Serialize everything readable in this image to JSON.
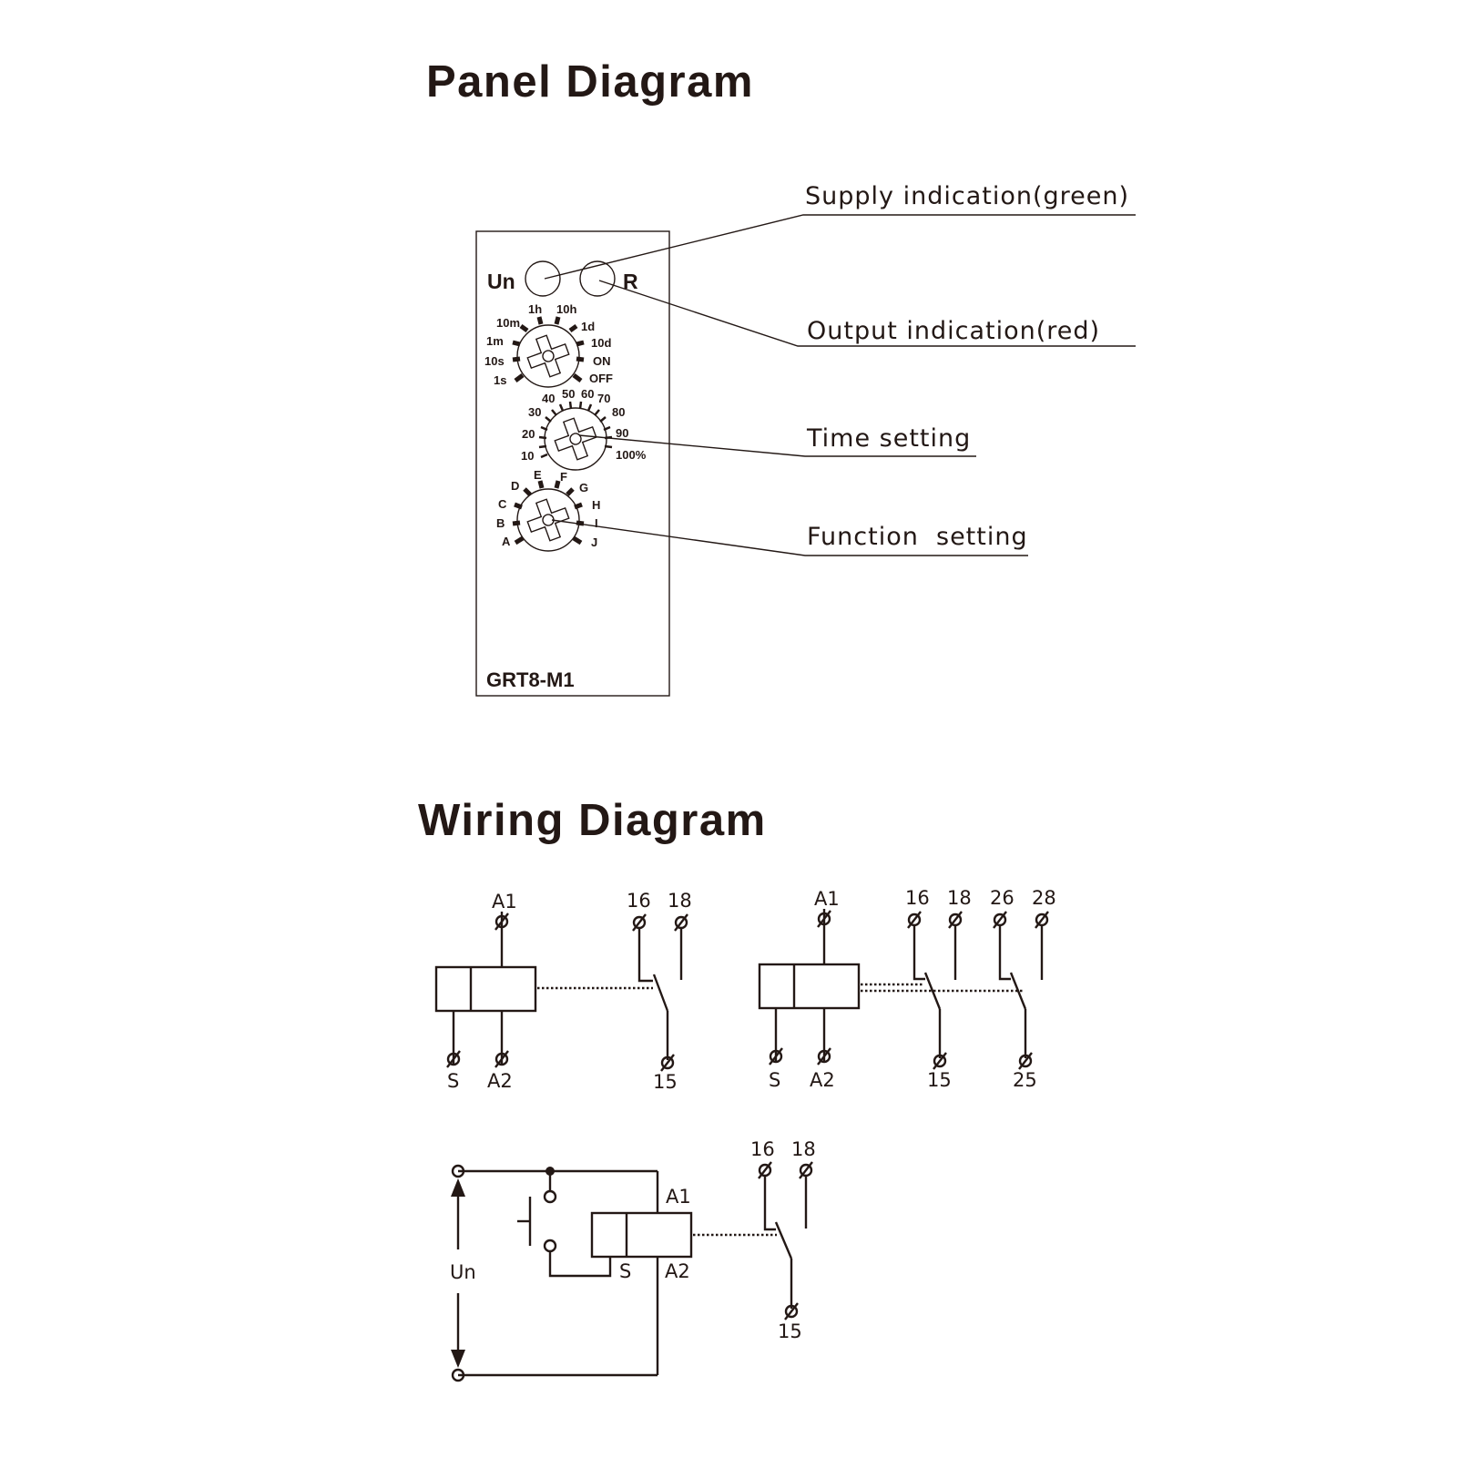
{
  "panel_diagram": {
    "title": "Panel Diagram",
    "device": {
      "model": "GRT8-M1",
      "led_supply_label": "Un",
      "led_output_label": "R"
    },
    "range_dial": [
      "1s",
      "10s",
      "1m",
      "10m",
      "1h",
      "10h",
      "1d",
      "10d",
      "ON",
      "OFF"
    ],
    "time_dial": [
      "10",
      "20",
      "30",
      "40",
      "50",
      "60",
      "70",
      "80",
      "90",
      "100%"
    ],
    "function_dial": [
      "A",
      "B",
      "C",
      "D",
      "E",
      "F",
      "G",
      "H",
      "I",
      "J"
    ],
    "callouts": {
      "supply": "Supply indication(green)",
      "output": "Output indication(red)",
      "time": "Time setting",
      "function": "Function  setting"
    }
  },
  "wiring_diagram": {
    "title": "Wiring Diagram",
    "single_relay": {
      "a1": "A1",
      "s": "S",
      "a2": "A2",
      "c16": "16",
      "c18": "18",
      "c15": "15"
    },
    "dual_relay": {
      "a1": "A1",
      "s": "S",
      "a2": "A2",
      "c16": "16",
      "c18": "18",
      "c26": "26",
      "c28": "28",
      "c15": "15",
      "c25": "25"
    },
    "connection": {
      "un": "Un",
      "a1": "A1",
      "s": "S",
      "a2": "A2",
      "c16": "16",
      "c18": "18",
      "c15": "15"
    }
  }
}
